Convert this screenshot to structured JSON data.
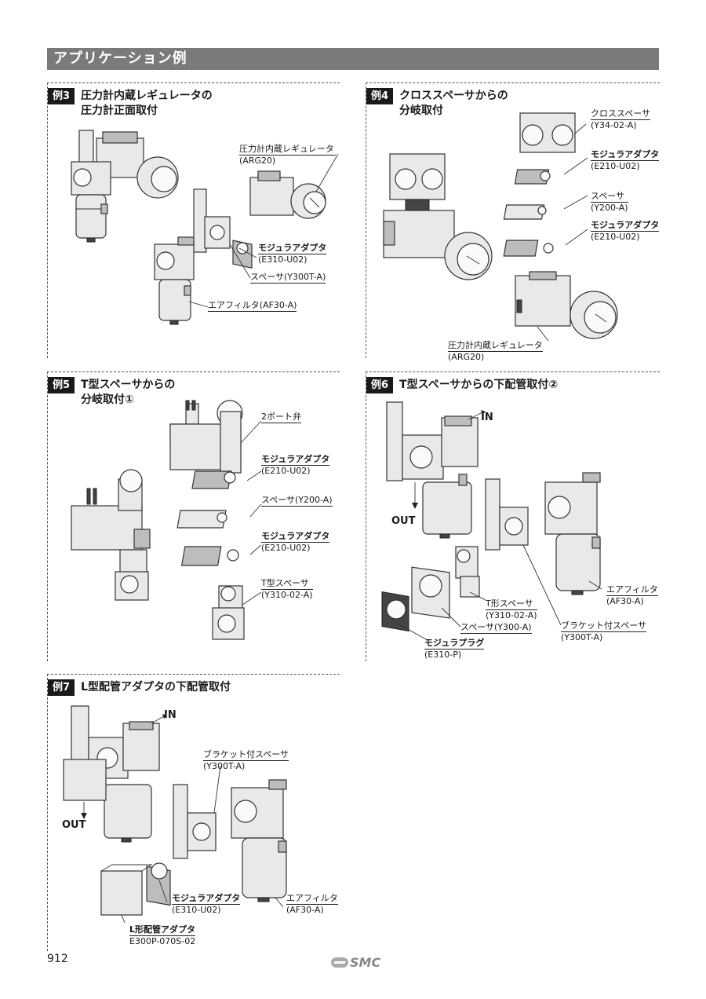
{
  "page": {
    "header": "アプリケーション例",
    "page_number": "912",
    "brand": "SMC"
  },
  "ex3": {
    "tag": "例3",
    "title": "圧力計内蔵レギュレータの\n圧力計正面取付",
    "labels": {
      "reg_name": "圧力計内蔵レギュレータ",
      "reg_code": "(ARG20)",
      "adapter_name": "モジュラアダプタ",
      "adapter_code": "(E310-U02)",
      "spacer": "スペーサ(Y300T-A)",
      "filter": "エアフィルタ(AF30-A)"
    }
  },
  "ex4": {
    "tag": "例4",
    "title": "クロススペーサからの\n分岐取付",
    "labels": {
      "cross_name": "クロススペーサ",
      "cross_code": "(Y34-02-A)",
      "adapter1_name": "モジュラアダプタ",
      "adapter1_code": "(E210-U02)",
      "spacer_name": "スペーサ",
      "spacer_code": "(Y200-A)",
      "adapter2_name": "モジュラアダプタ",
      "adapter2_code": "(E210-U02)",
      "reg_name": "圧力計内蔵レギュレータ",
      "reg_code": "(ARG20)"
    }
  },
  "ex5": {
    "tag": "例5",
    "title": "T型スペーサからの\n分岐取付①",
    "labels": {
      "valve": "2ポート弁",
      "adapter1_name": "モジュラアダプタ",
      "adapter1_code": "(E210-U02)",
      "spacer": "スペーサ(Y200-A)",
      "adapter2_name": "モジュラアダプタ",
      "adapter2_code": "(E210-U02)",
      "tspacer_name": "T型スペーサ",
      "tspacer_code": "(Y310-02-A)"
    }
  },
  "ex6": {
    "tag": "例6",
    "title": "T型スペーサからの下配管取付②",
    "labels": {
      "in": "IN",
      "out": "OUT",
      "filter_name": "エアフィルタ",
      "filter_code": "(AF30-A)",
      "tspacer_name": "T形スペーサ",
      "tspacer_code": "(Y310-02-A)",
      "spacer": "スペーサ(Y300-A)",
      "bracket_name": "ブラケット付スペーサ",
      "bracket_code": "(Y300T-A)",
      "plug_name": "モジュラプラグ",
      "plug_code": "(E310-P)"
    }
  },
  "ex7": {
    "tag": "例7",
    "title": "L型配管アダプタの下配管取付",
    "labels": {
      "in": "IN",
      "out": "OUT",
      "bracket_name": "ブラケット付スペーサ",
      "bracket_code": "(Y300T-A)",
      "adapter_name": "モジュラアダプタ",
      "adapter_code": "(E310-U02)",
      "filter_name": "エアフィルタ",
      "filter_code": "(AF30-A)",
      "ladapter_name": "L形配管アダプタ",
      "ladapter_code": "E300P-070S-02"
    }
  }
}
